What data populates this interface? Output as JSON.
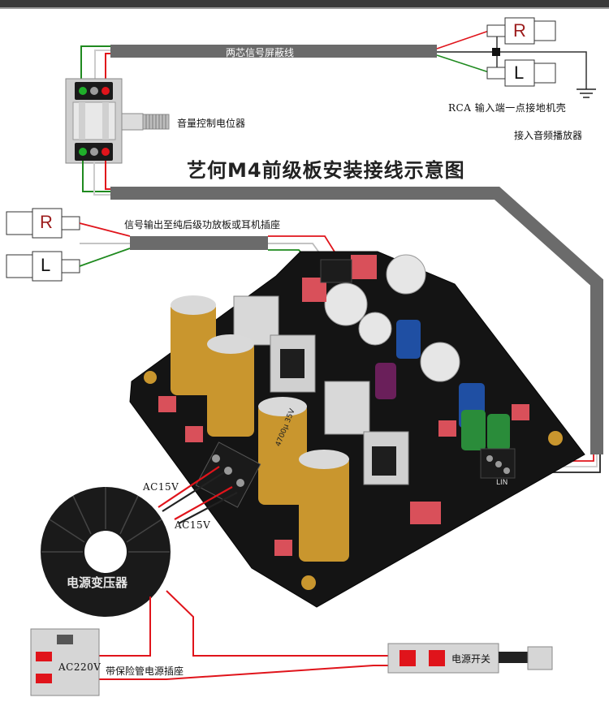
{
  "title": "艺何M4前级板安装接线示意图",
  "labels": {
    "shield_cable": "两芯信号屏蔽线",
    "volume_pot": "音量控制电位器",
    "rca_ground": "RCA 输入端一点接地机壳",
    "audio_player": "接入音频播放器",
    "signal_output": "信号输出至纯后级功放板或耳机插座",
    "ac_top": "AC15V",
    "ac_bottom": "AC15V",
    "transformer": "电源变压器",
    "ac220": "AC220V",
    "fused_socket": "带保险管电源插座",
    "power_switch": "电源开关",
    "board_lin": "LIN",
    "cap_marking": "4700μ 35V"
  },
  "rca": {
    "input_r": "R",
    "input_l": "L",
    "output_r": "R",
    "output_l": "L"
  },
  "colors": {
    "wire_red": "#e0141b",
    "wire_green": "#1f8a1f",
    "wire_white": "#dddddd",
    "cable_gray": "#6b6b6b",
    "pcb_black": "#141414",
    "cap_gold": "#c9962e",
    "rca_r_letter": "#9c1b1b",
    "rca_l_letter": "#111111"
  }
}
